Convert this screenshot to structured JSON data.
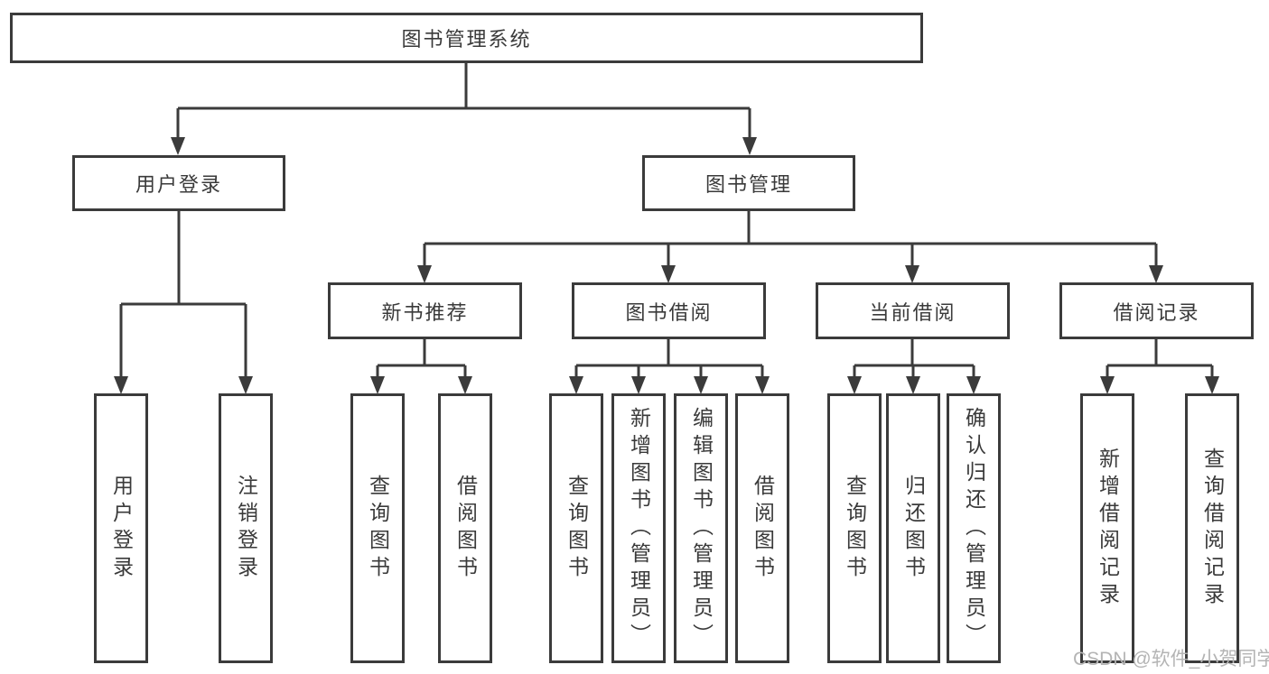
{
  "diagram": {
    "root": {
      "label": "图书管理系统"
    },
    "branches": [
      {
        "label": "用户登录",
        "children": [
          {
            "label": "用户登录"
          },
          {
            "label": "注销登录"
          }
        ]
      },
      {
        "label": "图书管理",
        "children": [
          {
            "label": "新书推荐",
            "children": [
              {
                "label": "查询图书"
              },
              {
                "label": "借阅图书"
              }
            ]
          },
          {
            "label": "图书借阅",
            "children": [
              {
                "label": "查询图书"
              },
              {
                "label": "新增图书（管理员）"
              },
              {
                "label": "编辑图书（管理员）"
              },
              {
                "label": "借阅图书"
              }
            ]
          },
          {
            "label": "当前借阅",
            "children": [
              {
                "label": "查询图书"
              },
              {
                "label": "归还图书"
              },
              {
                "label": "确认归还（管理员）"
              }
            ]
          },
          {
            "label": "借阅记录",
            "children": [
              {
                "label": "新增借阅记录"
              },
              {
                "label": "查询借阅记录"
              }
            ]
          }
        ]
      }
    ]
  },
  "watermark": {
    "text": "CSDN @软件_小贺同学"
  },
  "colors": {
    "line": "#3b3b3b",
    "text": "#3a3a3a",
    "watermark": "#b4b4b4",
    "bg": "#ffffff"
  }
}
